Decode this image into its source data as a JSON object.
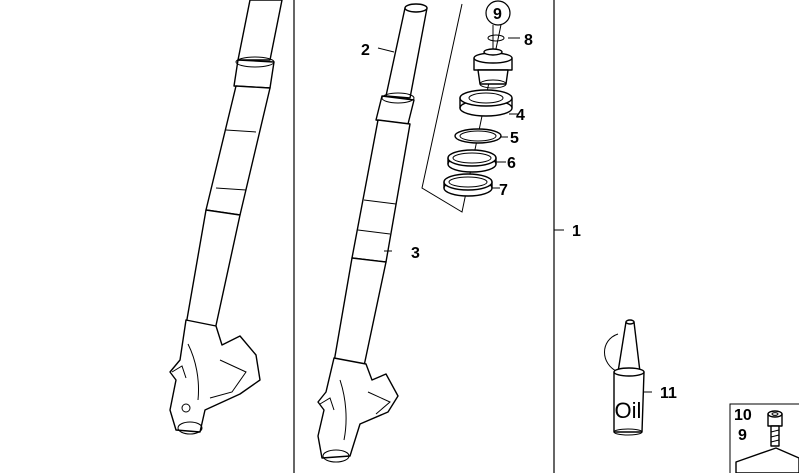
{
  "diagram": {
    "callouts": {
      "c1": "1",
      "c2": "2",
      "c3": "3",
      "c4": "4",
      "c5": "5",
      "c6": "6",
      "c7": "7",
      "c8": "8",
      "c9": "9",
      "c11": "11",
      "c10": "10",
      "c9b": "9"
    },
    "oil_label": "Oil"
  }
}
